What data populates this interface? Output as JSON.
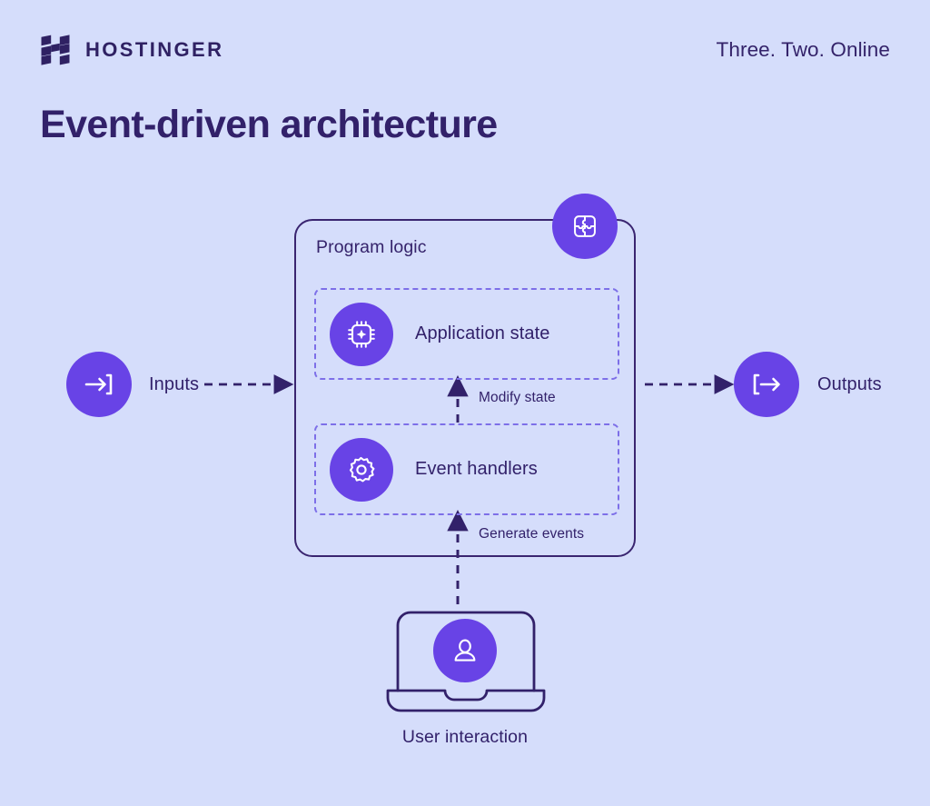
{
  "header": {
    "logo_icon": "hostinger-h-logo-icon",
    "brand_name": "HOSTINGER",
    "tagline": "Three. Two. Online"
  },
  "page": {
    "title": "Event-driven architecture"
  },
  "colors": {
    "background": "#d5ddfb",
    "accent_purple": "#6843e6",
    "dark_purple": "#32216a",
    "card_border": "#3a2570",
    "dashed_border": "#7d6fe8",
    "icon_white": "#ffffff"
  },
  "diagram": {
    "type": "flow-diagram",
    "inputs": {
      "label": "Inputs",
      "icon": "arrow-into-bracket-icon"
    },
    "outputs": {
      "label": "Outputs",
      "icon": "arrow-out-of-bracket-icon"
    },
    "program_logic": {
      "title": "Program logic",
      "badge_icon": "puzzle-icon",
      "blocks": [
        {
          "label": "Application state",
          "icon": "cpu-chip-sparkle-icon"
        },
        {
          "label": "Event handlers",
          "icon": "gear-icon"
        }
      ]
    },
    "edges": [
      {
        "id": "inputs-to-program",
        "label": "",
        "style": "dashed",
        "direction": "right"
      },
      {
        "id": "program-to-outputs",
        "label": "",
        "style": "dashed",
        "direction": "right"
      },
      {
        "id": "handlers-to-state",
        "label": "Modify state",
        "style": "dashed",
        "direction": "up"
      },
      {
        "id": "user-to-handlers",
        "label": "Generate events",
        "style": "dashed",
        "direction": "up"
      }
    ],
    "user_interaction": {
      "label": "User interaction",
      "device_icon": "laptop-icon",
      "avatar_icon": "user-person-icon"
    }
  }
}
